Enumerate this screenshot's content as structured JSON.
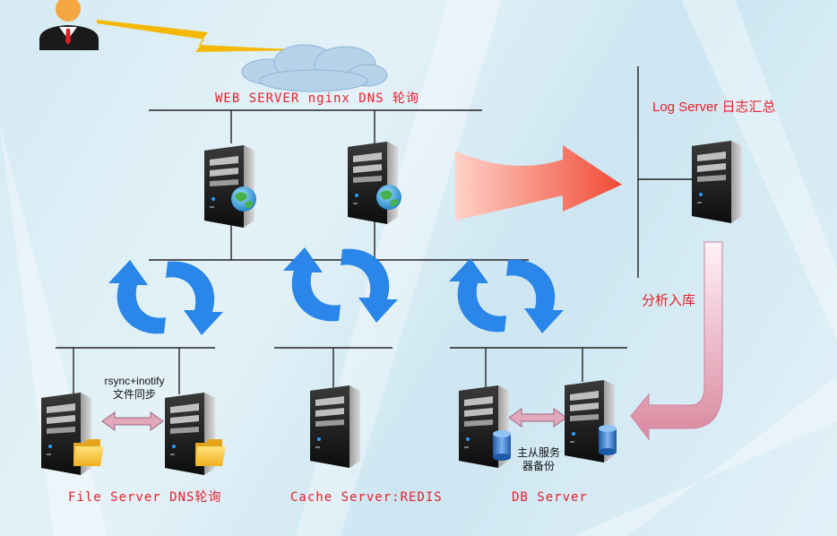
{
  "labels": {
    "web_server": "WEB SERVER nginx DNS 轮询",
    "log_server": "Log Server 日志汇总",
    "analysis": "分析入库",
    "rsync_line1": "rsync+inotify",
    "rsync_line2": "文件同步",
    "replication_line1": "主从服务",
    "replication_line2": "器备份",
    "file_server": "File Server DNS轮询",
    "cache_server": "Cache Server:REDIS",
    "db_server": "DB Server"
  },
  "colors": {
    "label_red": "#e8202a",
    "line": "#222222",
    "cycle_blue": "#2a86e8",
    "flow_arrow_red": "#f05a4a",
    "sync_arrow_pink": "#e2a8bc",
    "log_arrow_pink": "#dc9ab2",
    "lightning": "#f5b800",
    "cloud": "#b7d3ea"
  },
  "icons": [
    "user-avatar-icon",
    "lightning-icon",
    "cloud-icon",
    "server-icon",
    "globe-icon",
    "folder-icon",
    "database-icon",
    "cycle-arrows-icon"
  ]
}
